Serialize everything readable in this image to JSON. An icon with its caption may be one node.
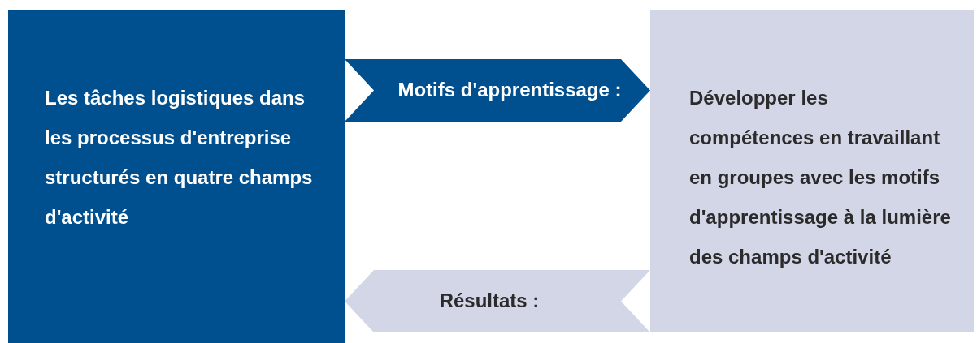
{
  "diagram": {
    "nodes": [
      {
        "text": [
          "Les tâches logistiques dans les processus d'entreprise structurés en quatre champs d'activité"
        ]
      },
      {
        "text": [
          "Motifs d'apprentissage :"
        ]
      },
      {
        "text": [
          "Développer les compétences en travaillant en groupes avec les motifs d'apprentissage à la lumière des champs d'activité"
        ]
      },
      {
        "text": [
          "Résultats :"
        ]
      }
    ]
  }
}
